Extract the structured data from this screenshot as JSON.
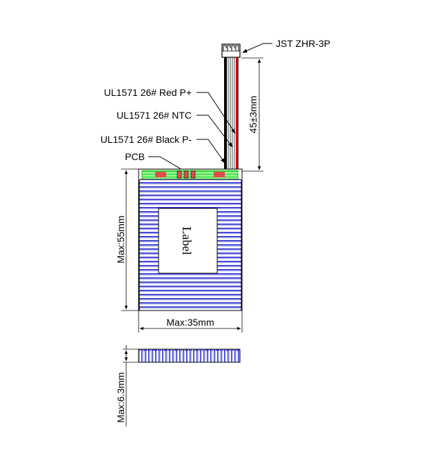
{
  "diagram": {
    "type": "battery-mechanical-drawing",
    "labels": {
      "connector": "JST ZHR-3P",
      "wire_red": "UL1571 26# Red P+",
      "wire_ntc": "UL1571 26# NTC",
      "wire_black": "UL1571 26# Black P-",
      "pcb": "PCB",
      "cell_label": "Label"
    },
    "dimensions": {
      "lead_length": "45±3mm",
      "height": "Max:55mm",
      "width": "Max:35mm",
      "thickness": "Max:6.3mm"
    },
    "colors": {
      "cell_stripe": "#3333cc",
      "cell_stripe_light": "#aab0f0",
      "pcb_fill": "#5cf05c",
      "pcb_pad": "#e83a3a",
      "wire_red": "#e00000",
      "wire_black": "#000000",
      "line": "#000000"
    }
  }
}
